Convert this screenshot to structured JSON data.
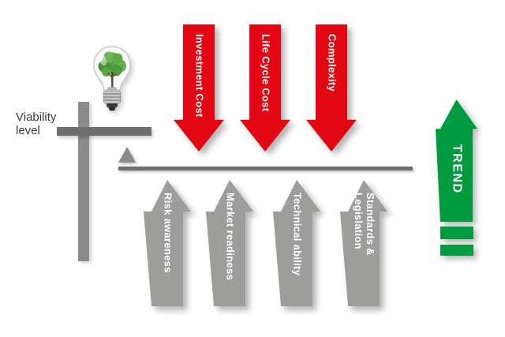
{
  "colors": {
    "negative": "#e30613",
    "positive": "#9d9d9c",
    "trend": "#009b3e",
    "beam": "#6f6f6f",
    "structure": "#8c8c8c"
  },
  "viability": {
    "lines": [
      "Viability",
      "level"
    ]
  },
  "factors": {
    "negative": [
      "Investment Cost",
      "Life Cycle Cost",
      "Complexity"
    ],
    "positive": [
      "Risk awareness",
      "Market readiness",
      "Technical ability",
      "Standards &\nLegislation"
    ]
  },
  "trend": {
    "label": "TREND"
  },
  "icons": {
    "lightbulb": "lightbulb-with-green-tree",
    "fulcrum": "triangle-up",
    "trend_arrow": "arrow-up"
  }
}
